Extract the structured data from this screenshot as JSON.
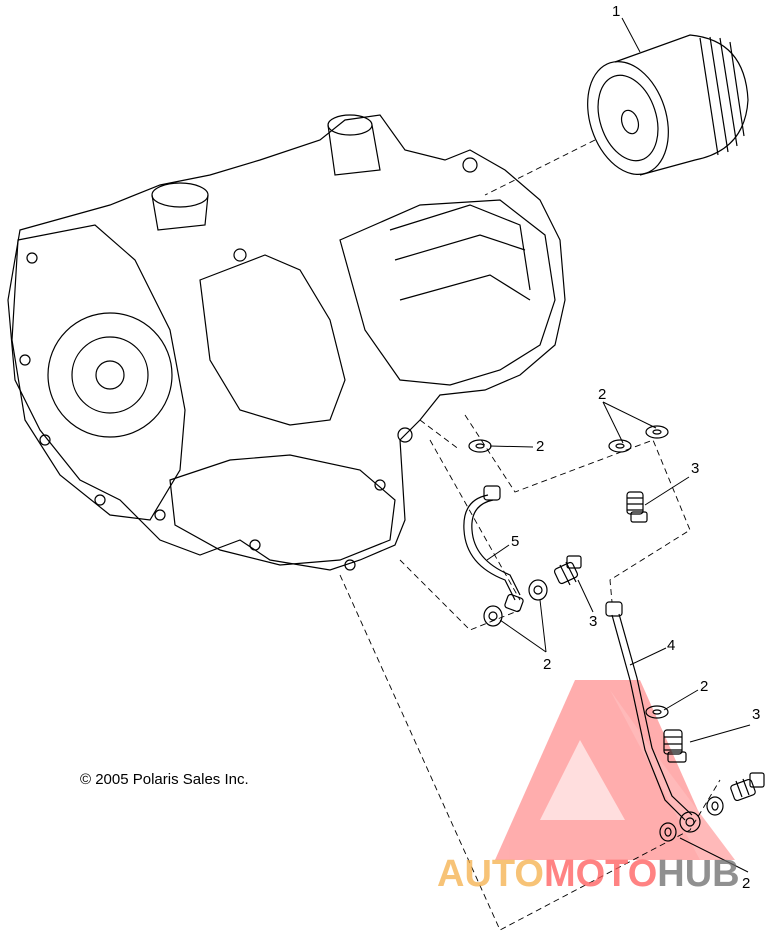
{
  "callouts": {
    "oil_filter": "1",
    "washer_upper_left": "2",
    "washers_upper_right": "2",
    "bolt_upper_right": "3",
    "oil_line_upper": "5",
    "bolt_middle": "3",
    "washers_lower_left": "2",
    "oil_line_lower": "4",
    "washer_lower_right": "2",
    "bolts_lower_right": "3",
    "washers_bottom": "2"
  },
  "copyright": "© 2005 Polaris Sales Inc.",
  "watermark": {
    "part1": "AUTO",
    "part2": "MOTO",
    "part3": "HUB",
    "color_primary": "#ff5a5a",
    "color_secondary": "#f5b04a",
    "color_dark": "#6b6b6b"
  }
}
